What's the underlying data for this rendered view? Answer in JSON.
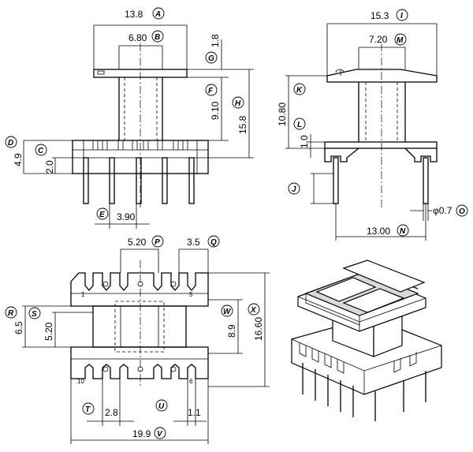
{
  "dimensions": {
    "A": {
      "value": "13.8",
      "letter": "A"
    },
    "B": {
      "value": "6.80",
      "letter": "B"
    },
    "C": {
      "value": "2.0",
      "letter": "C"
    },
    "D": {
      "value": "4.9",
      "letter": "D"
    },
    "E": {
      "value": "3.90",
      "letter": "E"
    },
    "F": {
      "value": "9.10",
      "letter": "F"
    },
    "G": {
      "value": "1.8",
      "letter": "G"
    },
    "H": {
      "value": "15.8",
      "letter": "H"
    },
    "I": {
      "value": "15.3",
      "letter": "I"
    },
    "J": {
      "value": "",
      "letter": "J"
    },
    "K": {
      "value": "10.80",
      "letter": "K"
    },
    "L": {
      "value": "1.0",
      "letter": "L"
    },
    "M": {
      "value": "7.20",
      "letter": "M"
    },
    "N": {
      "value": "13.00",
      "letter": "N"
    },
    "O": {
      "value": "φ0.7",
      "letter": "O"
    },
    "P": {
      "value": "5.20",
      "letter": "P"
    },
    "Q": {
      "value": "3.5",
      "letter": "Q"
    },
    "R": {
      "value": "6.5",
      "letter": "R"
    },
    "S": {
      "value": "5.20",
      "letter": "S"
    },
    "T": {
      "value": "2.8",
      "letter": "T"
    },
    "U": {
      "value": "1.1",
      "letter": "U"
    },
    "V": {
      "value": "19.9",
      "letter": "V"
    },
    "W": {
      "value": "8.9",
      "letter": "W"
    },
    "X": {
      "value": "16.60",
      "letter": "X"
    }
  },
  "pin_numbers": {
    "p1": "1",
    "p5": "5",
    "p6": "6",
    "p10": "10"
  }
}
